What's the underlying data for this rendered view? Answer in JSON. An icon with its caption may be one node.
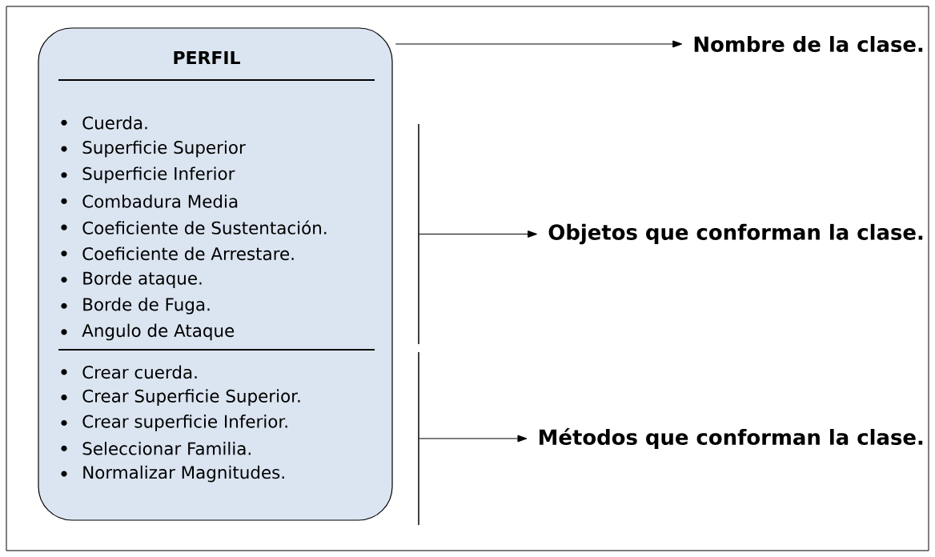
{
  "diagram": {
    "nodes": [
      {
        "text": [
          "PERFIL"
        ]
      },
      {
        "text": [
          "Cuerda.",
          "Superficie Superior",
          "Superficie Inferior",
          "Combadura Media",
          "Coeficiente de Sustentación.",
          "Coeficiente de Arrestare.",
          "Borde ataque.",
          "Borde de Fuga.",
          "Angulo de Ataque"
        ],
        "in": 0
      },
      {
        "text": [
          "Crear cuerda.",
          "Crear Superficie Superior.",
          "Crear superficie Inferior.",
          "Seleccionar Familia.",
          "Normalizar Magnitudes."
        ],
        "in": 0
      },
      {
        "text": [
          "Nombre de la clase."
        ]
      },
      {
        "text": [],
        "shape": "bar"
      },
      {
        "text": [
          "Objetos que conforman la clase."
        ]
      },
      {
        "text": [],
        "shape": "bar"
      },
      {
        "text": [
          "Métodos que conforman la clase."
        ]
      }
    ],
    "edges": [
      {
        "from": 0,
        "to": 3,
        "arrow": "to"
      },
      {
        "from": 4,
        "to": 5,
        "arrow": "to"
      },
      {
        "from": 6,
        "to": 7,
        "arrow": "to"
      }
    ]
  }
}
